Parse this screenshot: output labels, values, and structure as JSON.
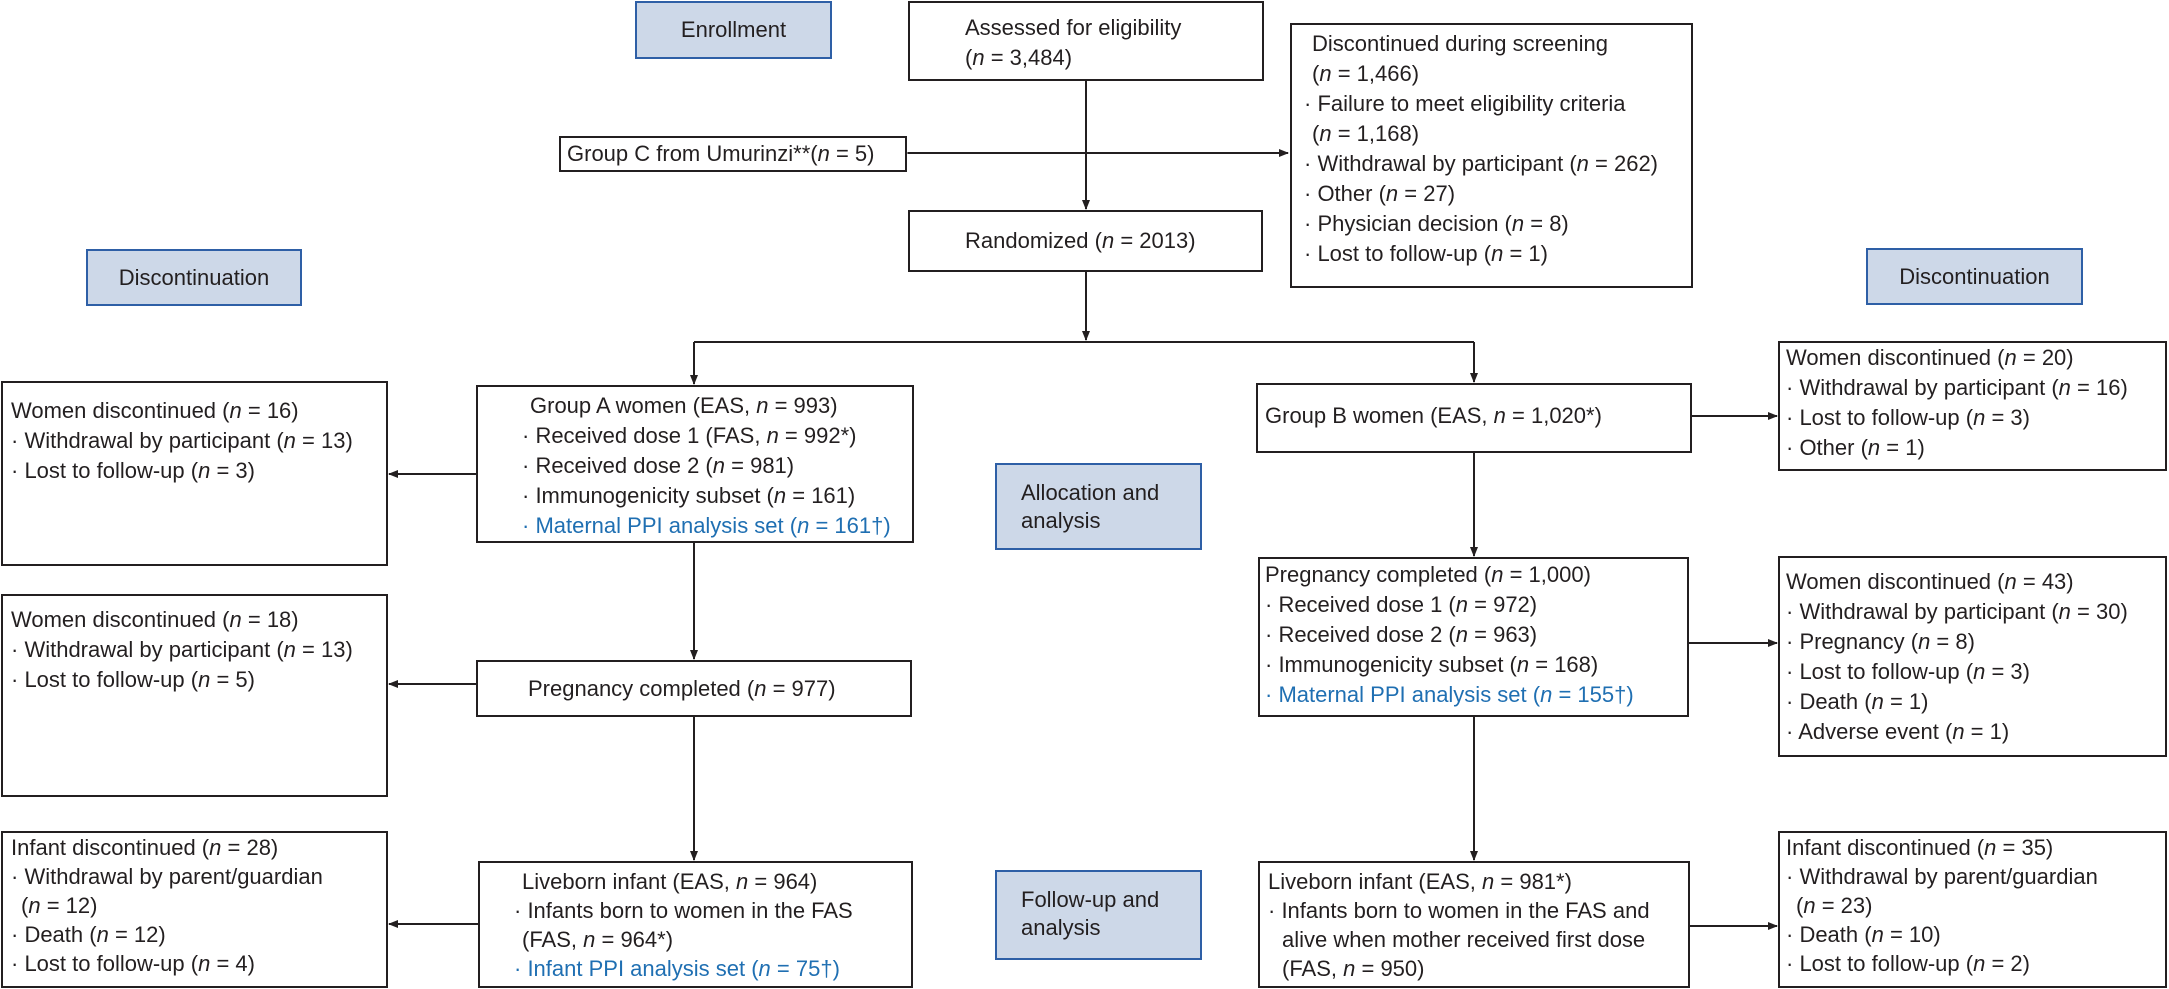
{
  "phases": {
    "enrollment": "Enrollment",
    "discontinuation_left": "Discontinuation",
    "discontinuation_right": "Discontinuation",
    "allocation": [
      "Allocation and",
      "analysis"
    ],
    "followup": [
      "Follow-up and",
      "analysis"
    ]
  },
  "boxes": {
    "assessed": [
      "Assessed for eligibility",
      "(n = 3,484)"
    ],
    "screening": [
      "Discontinued during screening",
      "(n = 1,466)",
      "· Failure to meet eligibility criteria",
      "(n = 1,168)",
      "· Withdrawal by participant (n = 262)",
      "· Other (n = 27)",
      "· Physician decision (n = 8)",
      "· Lost to follow-up (n = 1)"
    ],
    "group_c": [
      "Group C from Umurinzi**(n = 5)"
    ],
    "randomized": [
      "Randomized (n = 2013)"
    ],
    "group_a": [
      "Group A women (EAS, n = 993)",
      "· Received dose 1 (FAS, n = 992*)",
      "· Received dose 2 (n = 981)",
      "· Immunogenicity subset (n = 161)",
      "· Maternal PPI analysis set (n = 161†)"
    ],
    "group_b": [
      "Group B women (EAS, n = 1,020*)"
    ],
    "women_disc_a1": [
      "Women discontinued (n = 16)",
      "· Withdrawal by participant (n = 13)",
      "· Lost to follow-up (n = 3)"
    ],
    "women_disc_b1": [
      "Women discontinued (n = 20)",
      "· Withdrawal by participant (n = 16)",
      "· Lost to follow-up (n = 3)",
      "· Other (n = 1)"
    ],
    "preg_a": [
      "Pregnancy completed (n = 977)"
    ],
    "preg_b": [
      "Pregnancy completed (n = 1,000)",
      "· Received dose 1 (n = 972)",
      "· Received dose 2 (n = 963)",
      "· Immunogenicity subset (n = 168)",
      "· Maternal PPI analysis set (n = 155†)"
    ],
    "women_disc_a2": [
      "Women discontinued (n = 18)",
      "· Withdrawal by participant (n = 13)",
      "· Lost to follow-up (n = 5)"
    ],
    "women_disc_b2": [
      "Women discontinued (n = 43)",
      "· Withdrawal by participant (n = 30)",
      "· Pregnancy (n = 8)",
      "· Lost to follow-up (n = 3)",
      "· Death (n = 1)",
      "· Adverse event (n = 1)"
    ],
    "infant_disc_a": [
      "Infant discontinued (n = 28)",
      "· Withdrawal by parent/guardian",
      "(n = 12)",
      "· Death (n = 12)",
      "· Lost to follow-up (n = 4)"
    ],
    "liveborn_a": [
      "Liveborn infant (EAS, n = 964)",
      "· Infants born to women in the FAS",
      "(FAS, n = 964*)",
      "· Infant PPI analysis set (n = 75†)"
    ],
    "liveborn_b": [
      "Liveborn infant (EAS, n = 981*)",
      "· Infants born to women in the FAS and",
      "alive when mother received first dose",
      "(FAS, n = 950)"
    ],
    "infant_disc_b": [
      "Infant discontinued (n = 35)",
      "· Withdrawal by parent/guardian",
      "(n = 23)",
      "· Death (n = 10)",
      "· Lost to follow-up (n = 2)"
    ]
  },
  "colors": {
    "line": "#231f20",
    "phase_fill": "#cdd8e8",
    "phase_border": "#2e5fa6",
    "highlight_text": "#1f6fb2"
  }
}
